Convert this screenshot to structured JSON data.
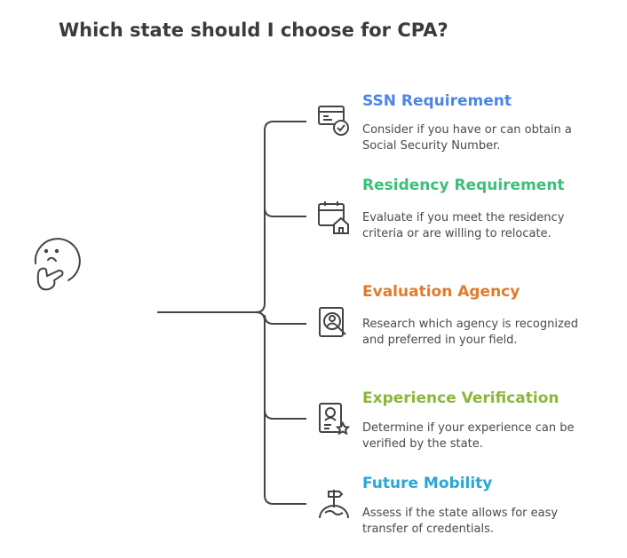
{
  "title": "Which state should I choose for CPA?",
  "items": [
    {
      "title": "SSN Requirement",
      "color": "#4a86e8",
      "desc": "Consider if you have or can obtain a Social Security Number.",
      "icon": "id-card-check-icon"
    },
    {
      "title": "Residency Requirement",
      "color": "#3cbf7b",
      "desc": "Evaluate if you meet the residency criteria or are willing to relocate.",
      "icon": "calendar-home-icon"
    },
    {
      "title": "Evaluation Agency",
      "color": "#e07b2c",
      "desc": "Research which agency is recognized and preferred in your field.",
      "icon": "document-search-person-icon"
    },
    {
      "title": "Experience Verification",
      "color": "#8cb63a",
      "desc": "Determine if your experience can be verified by the state.",
      "icon": "badge-star-icon"
    },
    {
      "title": "Future Mobility",
      "color": "#2aa6d9",
      "desc": "Assess if the state allows for easy transfer of credentials.",
      "icon": "globe-signpost-icon"
    }
  ]
}
